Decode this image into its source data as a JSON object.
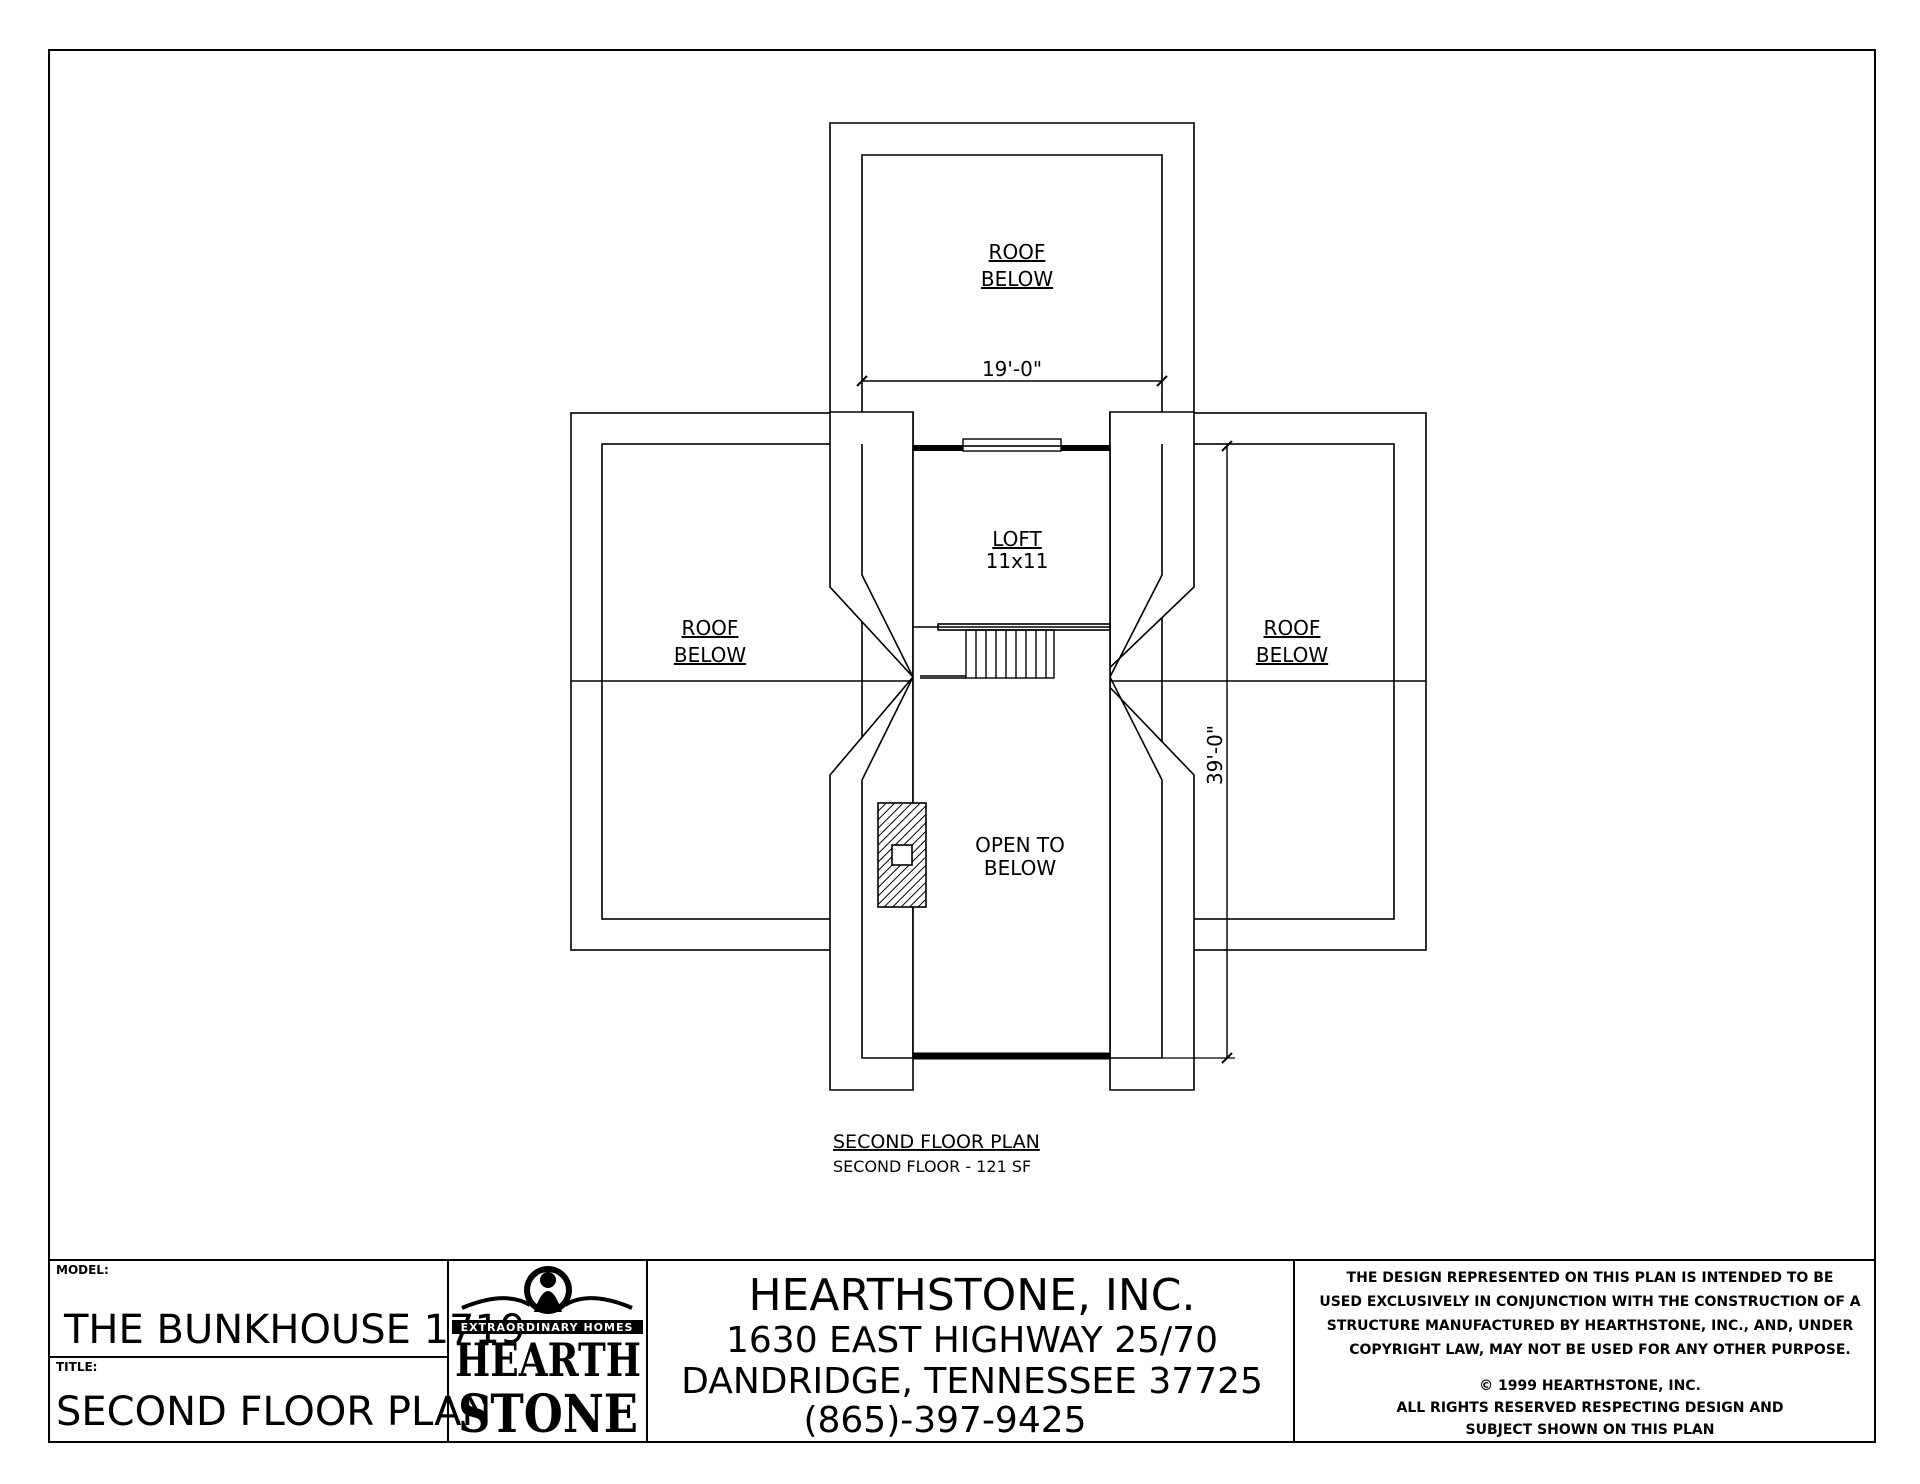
{
  "plan": {
    "roof_top": [
      "ROOF",
      "BELOW"
    ],
    "roof_left": [
      "ROOF",
      "BELOW"
    ],
    "roof_right": [
      "ROOF",
      "BELOW"
    ],
    "loft": [
      "LOFT",
      "11x11"
    ],
    "open": [
      "OPEN TO",
      "BELOW"
    ],
    "dim_width": "19'-0\"",
    "dim_length": "39'-0\"",
    "caption_title": "SECOND FLOOR PLAN",
    "caption_sub": "SECOND FLOOR - 121 SF"
  },
  "titleblock": {
    "model_label": "MODEL:",
    "model_value": "THE BUNKHOUSE 1719",
    "title_label": "TITLE:",
    "title_value": "SECOND FLOOR PLAN",
    "logo_tagline": "EXTRAORDINARY HOMES",
    "logo_word1": "HEARTH",
    "logo_word2": "STONE",
    "company_name": "HEARTHSTONE, INC.",
    "address1": "1630 EAST HIGHWAY 25/70",
    "address2": "DANDRIDGE, TENNESSEE  37725",
    "phone": "(865)-397-9425",
    "disclaimer": [
      "THE DESIGN REPRESENTED ON THIS PLAN IS INTENDED TO BE",
      "USED EXCLUSIVELY IN CONJUNCTION WITH THE CONSTRUCTION OF A",
      "STRUCTURE MANUFACTURED BY HEARTHSTONE, INC., AND, UNDER",
      "COPYRIGHT LAW, MAY NOT BE USED FOR ANY OTHER PURPOSE."
    ],
    "copyright": [
      "© 1999 HEARTHSTONE, INC.",
      "ALL RIGHTS RESERVED RESPECTING DESIGN AND",
      "SUBJECT SHOWN ON THIS PLAN"
    ]
  }
}
